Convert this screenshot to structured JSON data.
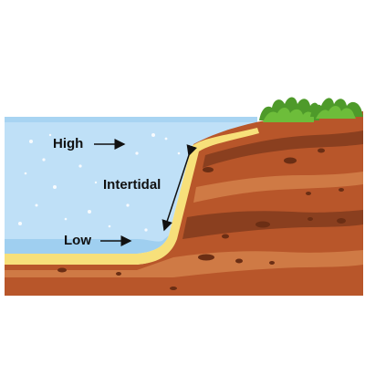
{
  "labels": {
    "high": "High",
    "low": "Low",
    "intertidal": "Intertidal"
  },
  "colors": {
    "water": "#bfe0f7",
    "water_deep": "#9fcff0",
    "sand": "#f7e07a",
    "soil_dark": "#8a3f1f",
    "soil_mid": "#b8562a",
    "soil_light": "#cf7a45",
    "grass": "#6dbd3a",
    "grass_dark": "#4e9a2a",
    "arrow": "#111111"
  }
}
